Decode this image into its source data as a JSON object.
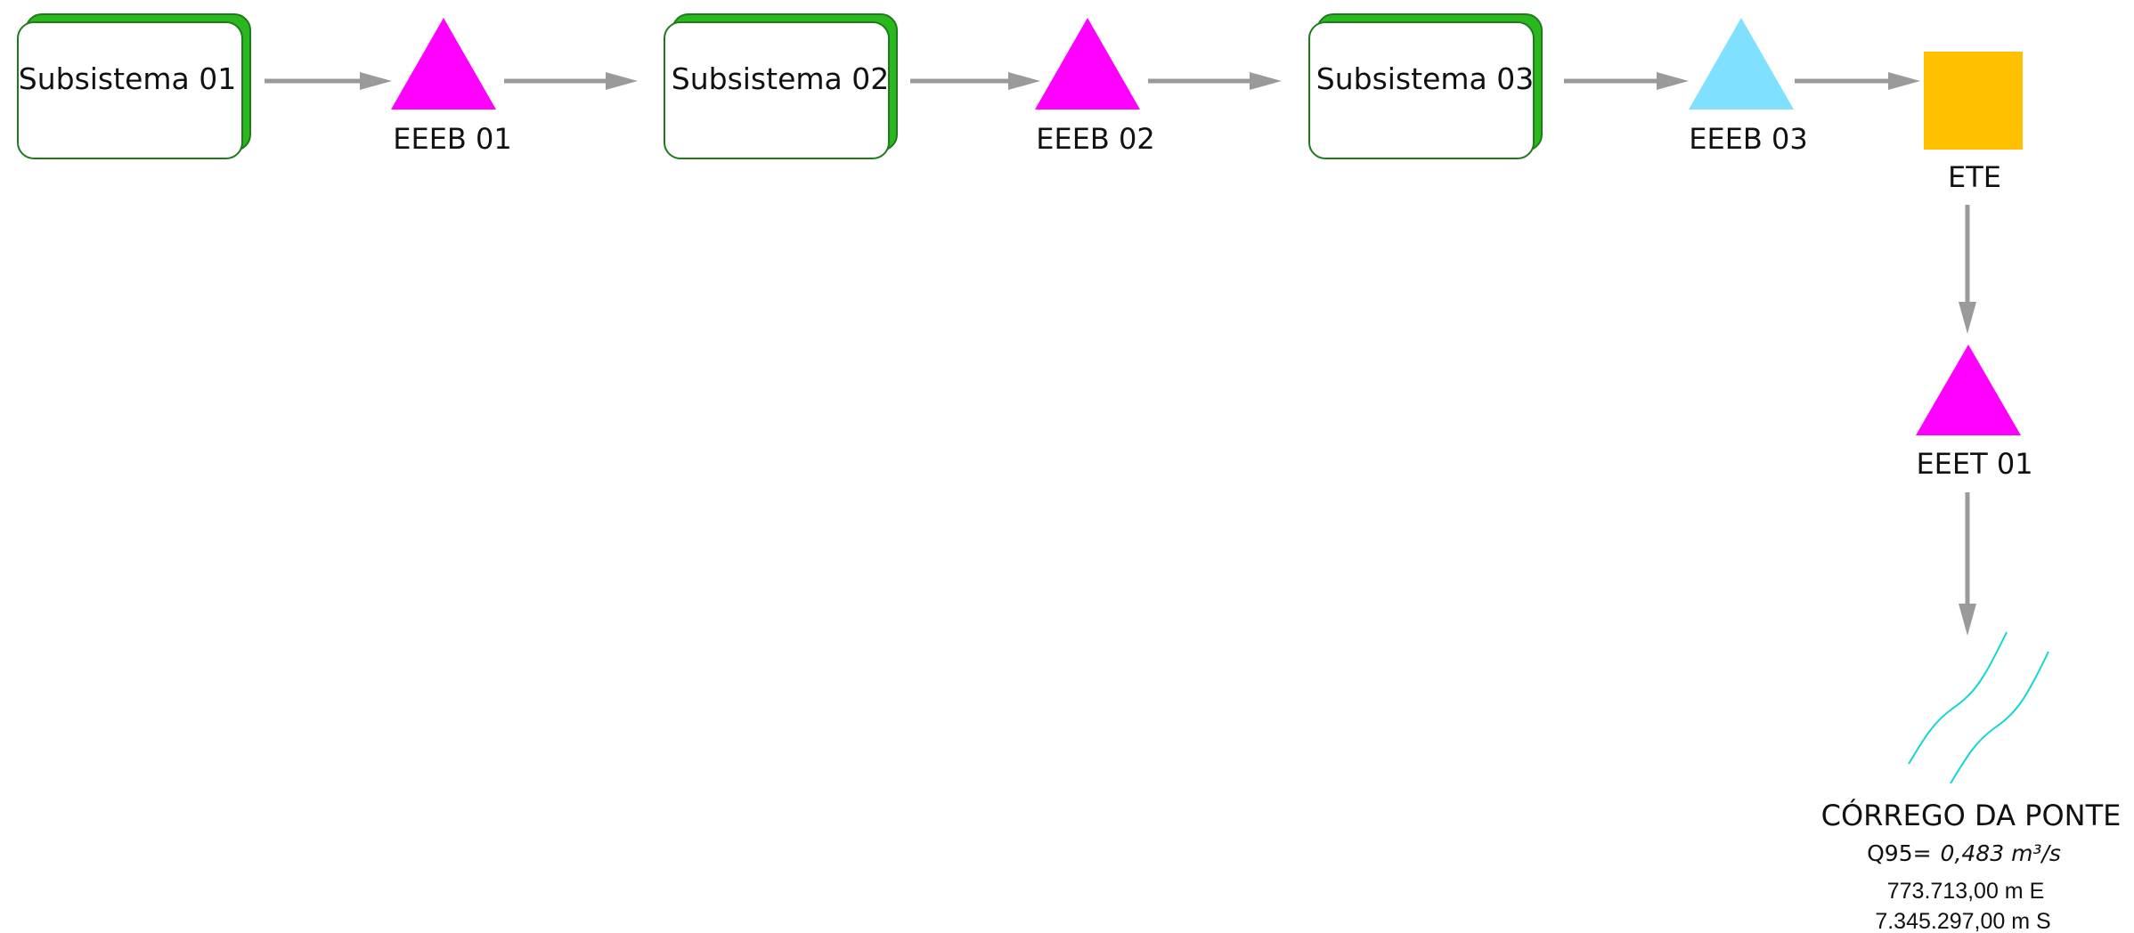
{
  "subsystems": [
    {
      "label": "Subsistema 01"
    },
    {
      "label": "Subsistema 02"
    },
    {
      "label": "Subsistema 03"
    }
  ],
  "stations": [
    {
      "label": "EEEB 01",
      "color": "#ff00ff",
      "icon": "triangle"
    },
    {
      "label": "EEEB 02",
      "color": "#ff00ff",
      "icon": "triangle"
    },
    {
      "label": "EEEB 03",
      "color": "#80e0ff",
      "icon": "triangle"
    }
  ],
  "treatment": {
    "label": "ETE",
    "color": "#ffc000",
    "icon": "square"
  },
  "transfer": {
    "label": "EEET 01",
    "color": "#ff00ff",
    "icon": "triangle"
  },
  "colors": {
    "box_fill": "#ffffff",
    "box_shadow": "#2bb81e",
    "box_border": "#1f7a1f",
    "arrow": "#9a9a9a",
    "river": "#11d6d6"
  },
  "river": {
    "name": "CÓRREGO DA PONTE",
    "flow_label": "Q95=",
    "flow_value": "0,483 m³/s",
    "coord_east": "773.713,00 m E",
    "coord_south": "7.345.297,00 m S",
    "icon": "river-icon"
  }
}
